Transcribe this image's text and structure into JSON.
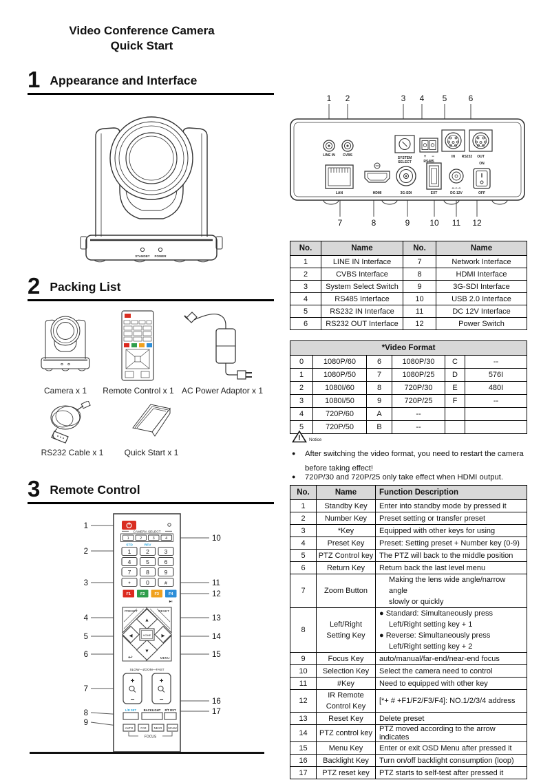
{
  "page": {
    "title_line1": "Video Conference Camera",
    "title_line2": "Quick Start"
  },
  "sections": {
    "s1": {
      "num": "1",
      "title": "Appearance and Interface"
    },
    "s2": {
      "num": "2",
      "title": "Packing List"
    },
    "s3": {
      "num": "3",
      "title": "Remote Control"
    }
  },
  "colors": {
    "power_key": "#d92e21",
    "f1": "#dc2a1f",
    "f2": "#2f9e4c",
    "f3": "#f0a11e",
    "f4": "#2d8ed8",
    "blue_label": "#2ba7df",
    "table_header_bg": "#d8d8d8"
  },
  "camera_front": {
    "standby": "STANDBY",
    "power": "POWER"
  },
  "rear_panel": {
    "callouts_top": [
      "1",
      "2",
      "3",
      "4",
      "5",
      "6"
    ],
    "callouts_bottom": [
      "7",
      "8",
      "9",
      "10",
      "11",
      "12"
    ],
    "labels": {
      "line_in": "LINE IN",
      "cvbs": "CVBS",
      "system1": "SYSTEM",
      "system2": "SELECT",
      "plus": "+",
      "minus": "−",
      "rs485": "RS485",
      "in": "IN",
      "rs232": "RS232",
      "out": "OUT",
      "on": "ON",
      "off": "OFF",
      "lan": "LAN",
      "hdmi": "HDMI",
      "sdi": "3G-SDI",
      "ext": "EXT",
      "polarity": "⊕-⊙-⊖",
      "dc": "DC-12V"
    }
  },
  "interface_table": {
    "headers": [
      "No.",
      "Name",
      "No.",
      "Name"
    ],
    "rows": [
      [
        "1",
        "LINE IN Interface",
        "7",
        "Network Interface"
      ],
      [
        "2",
        "CVBS Interface",
        "8",
        "HDMI Interface"
      ],
      [
        "3",
        "System Select Switch",
        "9",
        "3G-SDI Interface"
      ],
      [
        "4",
        "RS485 Interface",
        "10",
        "USB 2.0 Interface"
      ],
      [
        "5",
        "RS232 IN Interface",
        "11",
        "DC 12V Interface"
      ],
      [
        "6",
        "RS232 OUT Interface",
        "12",
        "Power Switch"
      ]
    ]
  },
  "video_format_table": {
    "title": "*Video Format",
    "rows": [
      [
        "0",
        "1080P/60",
        "6",
        "1080P/30",
        "C",
        "--"
      ],
      [
        "1",
        "1080P/50",
        "7",
        "1080P/25",
        "D",
        "576I"
      ],
      [
        "2",
        "1080I/60",
        "8",
        "720P/30",
        "E",
        "480I"
      ],
      [
        "3",
        "1080I/50",
        "9",
        "720P/25",
        "F",
        "--"
      ],
      [
        "4",
        "720P/60",
        "A",
        "--",
        "",
        ""
      ],
      [
        "5",
        "720P/50",
        "B",
        "--",
        "",
        ""
      ]
    ]
  },
  "notice": {
    "label": "Notice",
    "icon_mark": "!",
    "bullet": "●",
    "items": [
      "After switching the video format, you need to restart the camera before taking effect!",
      "720P/30 and 720P/25 only take effect when HDMI output."
    ]
  },
  "packing": {
    "labels": [
      "Camera x 1",
      "Remote Control x 1",
      "AC Power Adaptor x 1",
      "RS232 Cable x 1",
      "Quick Start x 1"
    ]
  },
  "remote": {
    "callouts_left": [
      "1",
      "2",
      "3",
      "4",
      "5",
      "6",
      "7",
      "8",
      "9"
    ],
    "callouts_right": [
      "10",
      "11",
      "12",
      "13",
      "14",
      "15",
      "16",
      "17"
    ],
    "camera_select": "CAMERA SELECT",
    "select_keys": [
      "1",
      "2",
      "3",
      "4"
    ],
    "std": "STD",
    "rev": "REV",
    "digits": [
      "1",
      "2",
      "3",
      "4",
      "5",
      "6",
      "7",
      "8",
      "9"
    ],
    "star": "*",
    "zero": "0",
    "hash": "#",
    "fkeys": [
      "F1",
      "F2",
      "F3",
      "F4"
    ],
    "playpause": "▶‖",
    "preset": "PRESET",
    "reset": "RESET",
    "home": "HOME",
    "menu": "MENU",
    "back": "↩",
    "up": "▲",
    "down": "▼",
    "left": "◀",
    "right": "▶",
    "zoom_scale": "SLOW—ZOOM—FAST",
    "plus": "+",
    "minus": "−",
    "lr_set": "L/R SET",
    "backlight": "BACKLIGHT",
    "pt_rst": "P/T RST",
    "auto": "AUTO",
    "far": "FAR",
    "near": "NEAR",
    "manu": "MANU",
    "focus": "FOCUS"
  },
  "function_table": {
    "headers": [
      "No.",
      "Name",
      "Function Description"
    ],
    "rows": [
      [
        "1",
        "Standby Key",
        "Enter into standby mode by pressed it"
      ],
      [
        "2",
        "Number Key",
        "Preset setting or transfer preset"
      ],
      [
        "3",
        "*Key",
        "Equipped with other keys for using"
      ],
      [
        "4",
        "Preset Key",
        "Preset:  Setting preset + Number key (0-9)"
      ],
      [
        "5",
        "PTZ Control key",
        "The PTZ will back to the middle position"
      ],
      [
        "6",
        "Return Key",
        "Return back the last level menu"
      ],
      [
        "7",
        "Zoom Button",
        [
          "Making the lens wide angle/narrow angle",
          "slowly or quickly"
        ]
      ],
      [
        "8",
        [
          "Left/Right",
          "Setting Key"
        ],
        [
          "● Standard: Simultaneously press",
          "Left/Right setting key + 1",
          "● Reverse: Simultaneously press",
          "Left/Right setting key + 2"
        ]
      ],
      [
        "9",
        "Focus Key",
        "auto/manual/far-end/near-end focus"
      ],
      [
        "10",
        "Selection Key",
        "Select the camera need to control"
      ],
      [
        "11",
        "#Key",
        "Need to equipped with other key"
      ],
      [
        "12",
        [
          "IR Remote",
          "Control Key"
        ],
        "[*+ # +F1/F2/F3/F4]: NO.1/2/3/4 address"
      ],
      [
        "13",
        "Reset Key",
        "Delete preset"
      ],
      [
        "14",
        "PTZ control key",
        "PTZ moved according to the arrow indicates"
      ],
      [
        "15",
        "Menu Key",
        "Enter or exit OSD Menu after pressed it"
      ],
      [
        "16",
        "Backlight Key",
        "Turn on/off backlight consumption (loop)"
      ],
      [
        "17",
        "PTZ reset key",
        "PTZ starts to self-test after pressed it"
      ]
    ]
  }
}
